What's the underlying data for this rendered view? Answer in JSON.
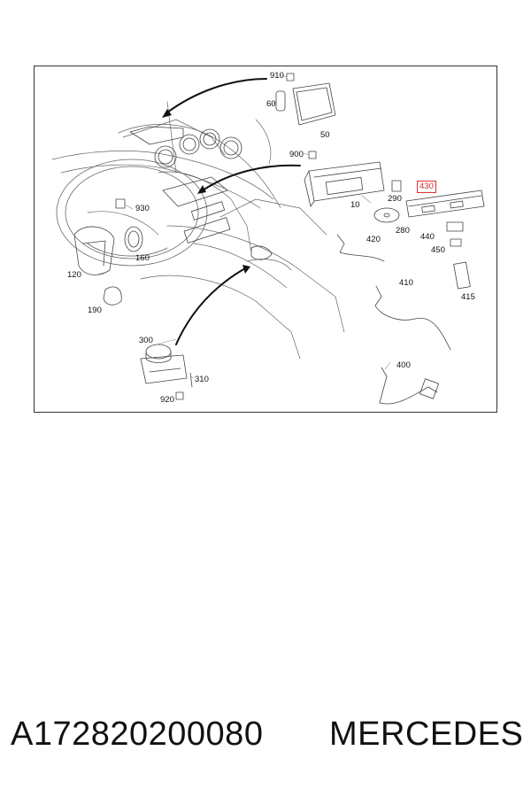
{
  "diagram": {
    "callouts": {
      "c910": "910",
      "c60": "60",
      "c50": "50",
      "c900": "900",
      "c10": "10",
      "c290": "290",
      "c430": "430",
      "c280": "280",
      "c440": "440",
      "c420": "420",
      "c450": "450",
      "c410": "410",
      "c415": "415",
      "c930": "930",
      "c160": "160",
      "c120": "120",
      "c190": "190",
      "c300": "300",
      "c310": "310",
      "c920": "920",
      "c400": "400"
    },
    "highlighted_callout": "430",
    "highlight_color": "#e03131"
  },
  "caption": {
    "part_number": "A172820200080",
    "brand": "MERCEDES"
  }
}
